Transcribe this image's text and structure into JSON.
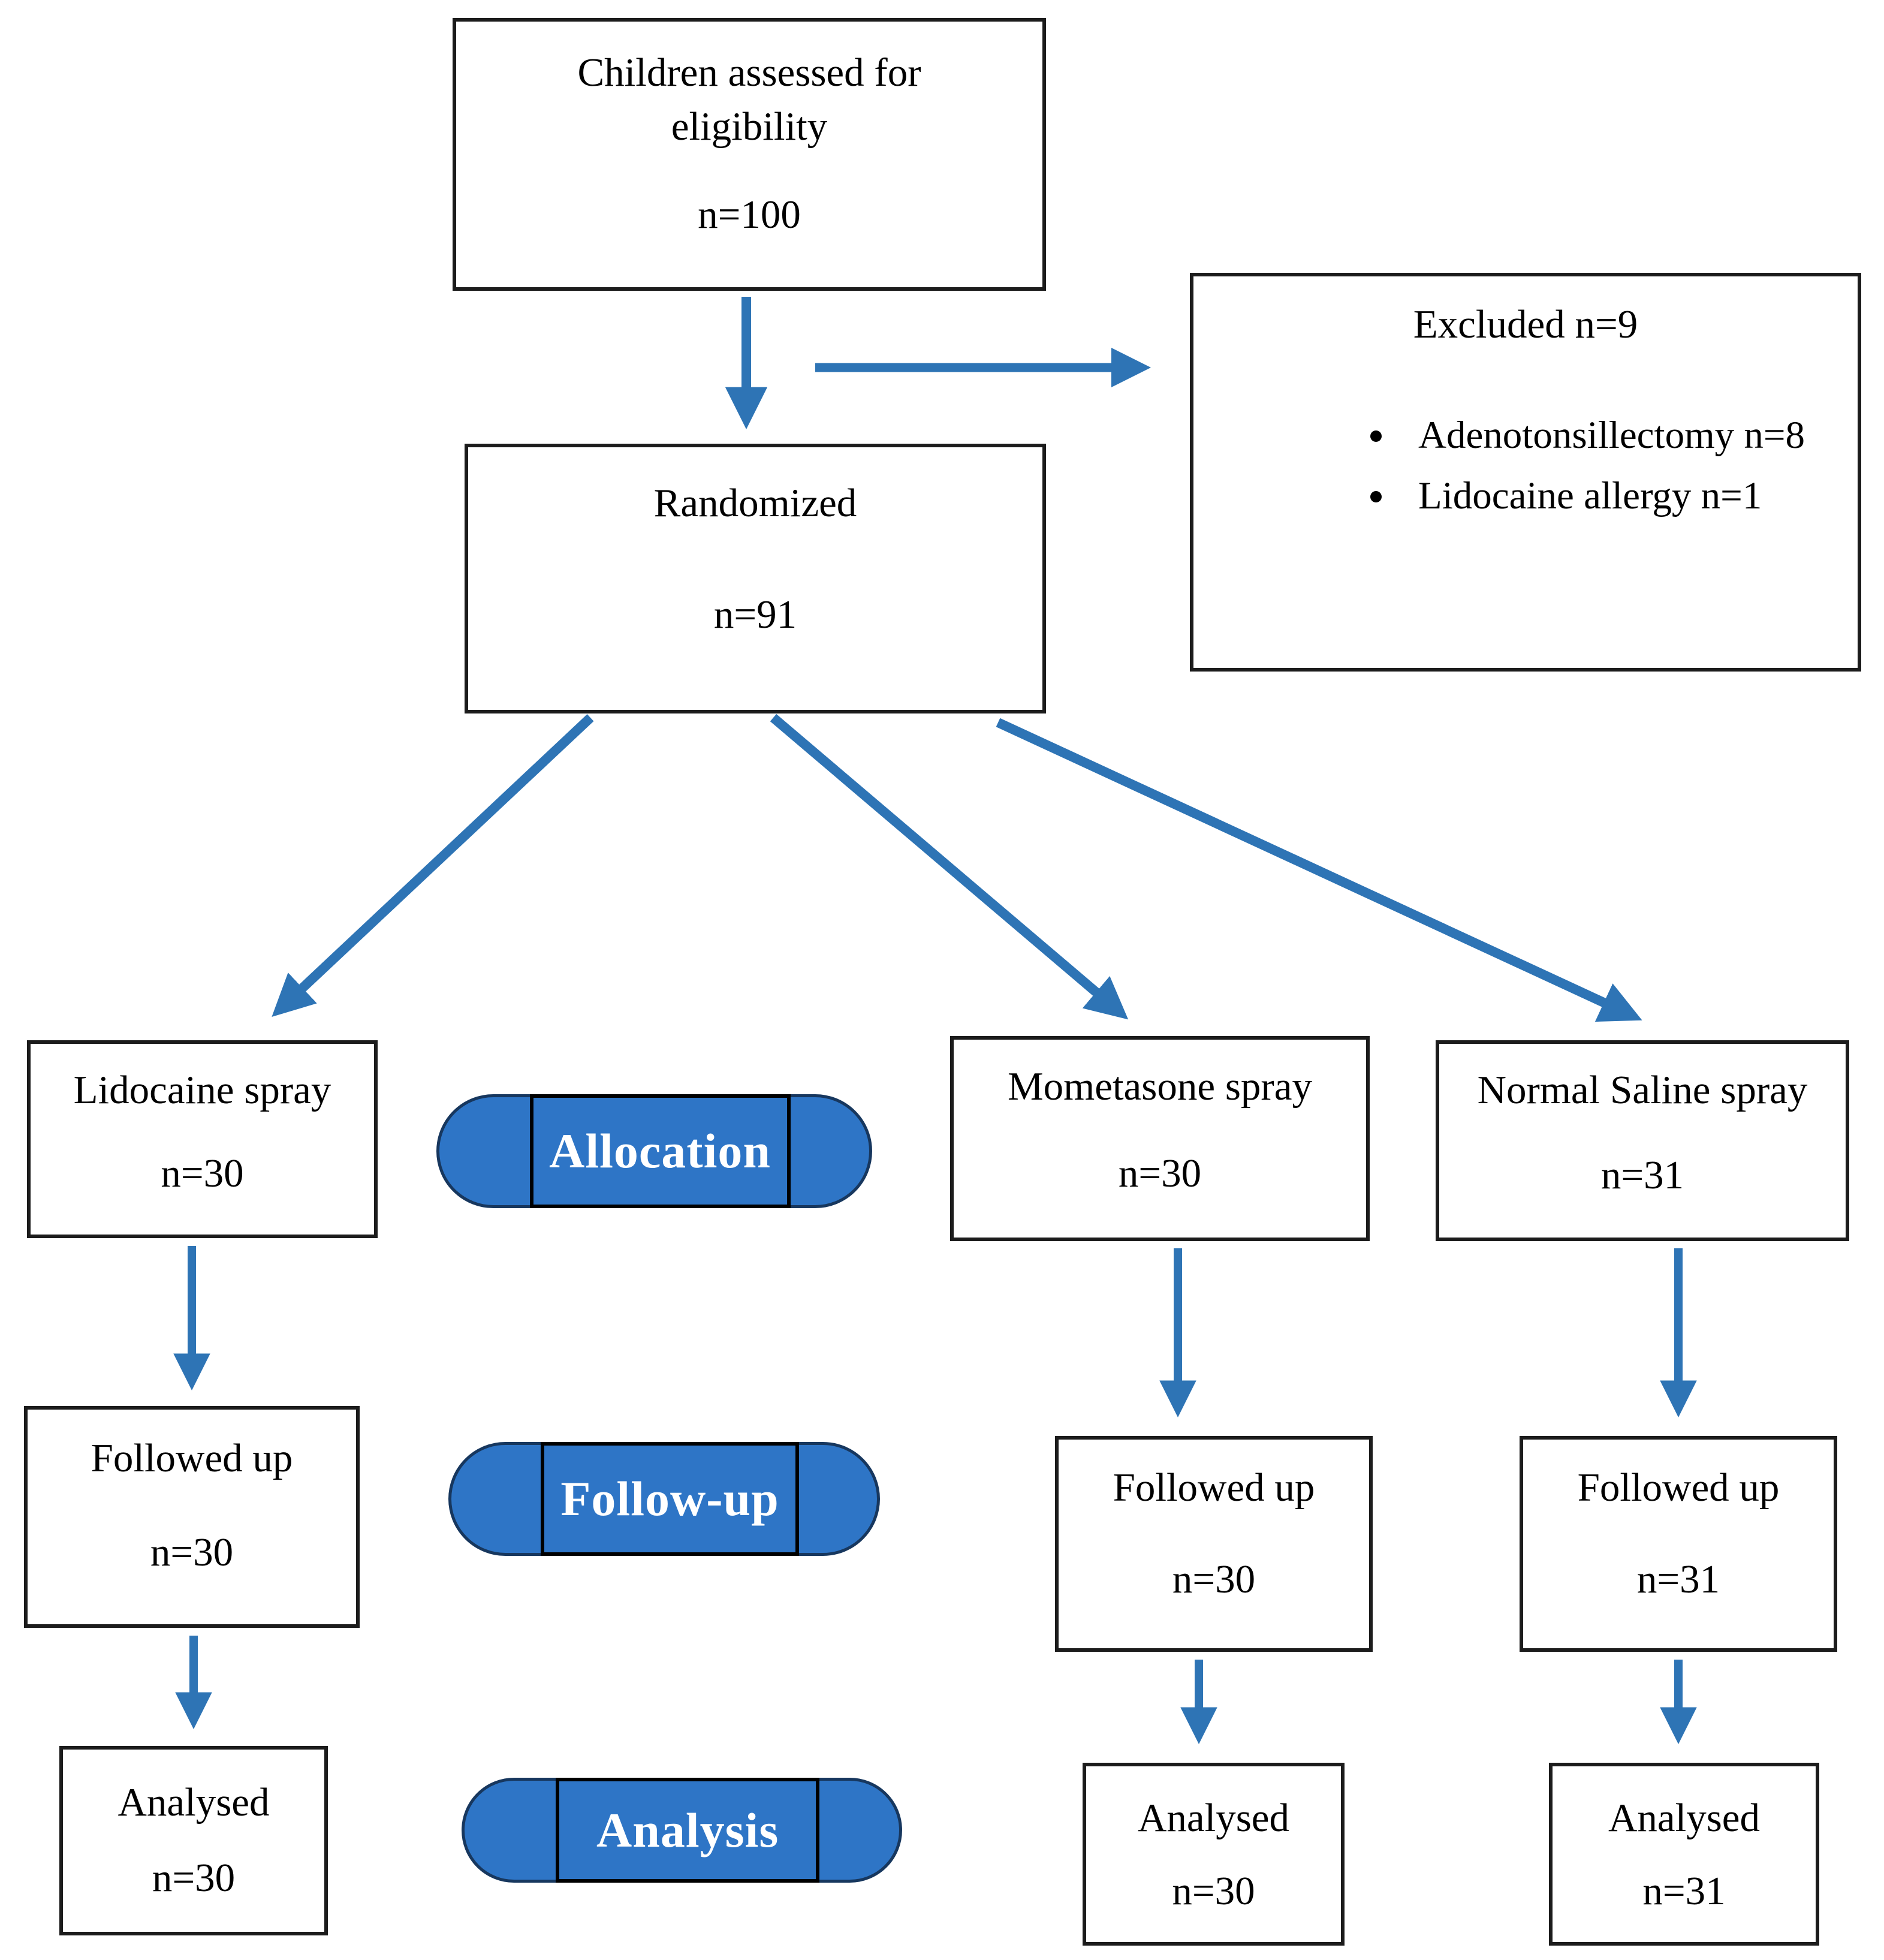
{
  "flow": {
    "eligibility_box": {
      "lines": [
        "Children assessed for",
        "eligibility"
      ],
      "value": "n=100"
    },
    "excluded_box": {
      "title": "Excluded n=9",
      "bullets": [
        "Adenotonsillectomy n=8",
        "Lidocaine allergy n=1"
      ]
    },
    "randomized_box": {
      "label": "Randomized",
      "value": "n=91"
    },
    "allocation_row": [
      {
        "label": "Lidocaine spray",
        "value": "n=30"
      },
      {
        "label": "Mometasone spray",
        "value": "n=30"
      },
      {
        "label": "Normal Saline spray",
        "value": "n=31"
      }
    ],
    "followup_row": [
      {
        "label": "Followed up",
        "value": "n=30"
      },
      {
        "label": "Followed up",
        "value": "n=30"
      },
      {
        "label": "Followed up",
        "value": "n=31"
      }
    ],
    "analysis_row": [
      {
        "label": "Analysed",
        "value": "n=30"
      },
      {
        "label": "Analysed",
        "value": "n=30"
      },
      {
        "label": "Analysed",
        "value": "n=31"
      }
    ],
    "stage_pills": [
      {
        "label": "Allocation"
      },
      {
        "label": "Follow-up"
      },
      {
        "label": "Analysis"
      }
    ],
    "colors": {
      "arrow": "#2e74b5",
      "pill_fill": "#2e75c6",
      "pill_border": "#17375e",
      "box_border": "#1c1c1c"
    }
  }
}
